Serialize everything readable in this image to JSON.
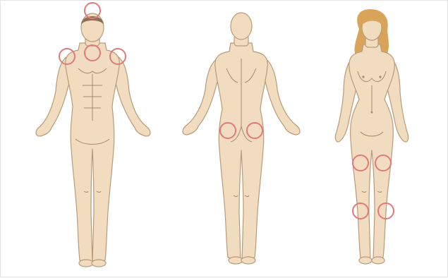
{
  "image": {
    "figures": [
      {
        "name": "male-front",
        "markers": 4
      },
      {
        "name": "back",
        "markers": 2
      },
      {
        "name": "female-front",
        "markers": 4
      }
    ],
    "colors": {
      "background": "#ffffff",
      "skin": "#f1dcc0",
      "skin_shade": "#e6c9a4",
      "outline": "#b79a79",
      "detail": "#a98a6a",
      "hair_male": "#8a6f55",
      "hair_female": "#d9a45a",
      "marker": "#e07a7a"
    }
  }
}
